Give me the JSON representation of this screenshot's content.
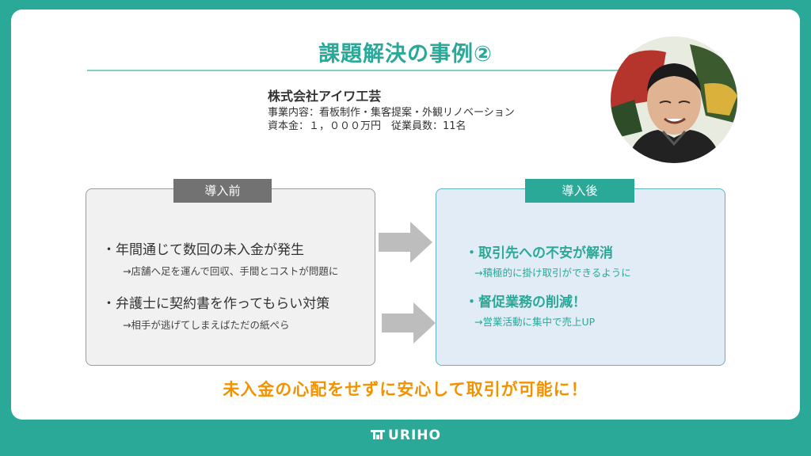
{
  "title": "課題解決の事例②",
  "company": {
    "name": "株式会社アイワ工芸",
    "business": "事業内容：看板制作・集客提案・外観リノベーション",
    "capital": "資本金：１，０００万円　従業員数：11名"
  },
  "before": {
    "label": "導入前",
    "items": [
      {
        "main": "・年間通じて数回の未入金が発生",
        "sub": "→店舗へ足を運んで回収、手間とコストが問題に"
      },
      {
        "main": "・弁護士に契約書を作ってもらい対策",
        "sub": "→相手が逃げてしまえばただの紙ぺら"
      }
    ]
  },
  "after": {
    "label": "導入後",
    "items": [
      {
        "main": "・取引先への不安が解消",
        "sub": "→積極的に掛け取引ができるように"
      },
      {
        "main": "・督促業務の削減！",
        "sub": "→営業活動に集中で売上UP"
      }
    ]
  },
  "conclusion": "未入金の心配をせずに安心して取引が可能に！",
  "footer": {
    "brand": "URIHO",
    "logo_icon": "uriho-logo-icon"
  },
  "photo": {
    "icon": "person-photo"
  },
  "colors": {
    "accent": "#2aa898",
    "highlight": "#f39200",
    "before_badge": "#727272"
  }
}
